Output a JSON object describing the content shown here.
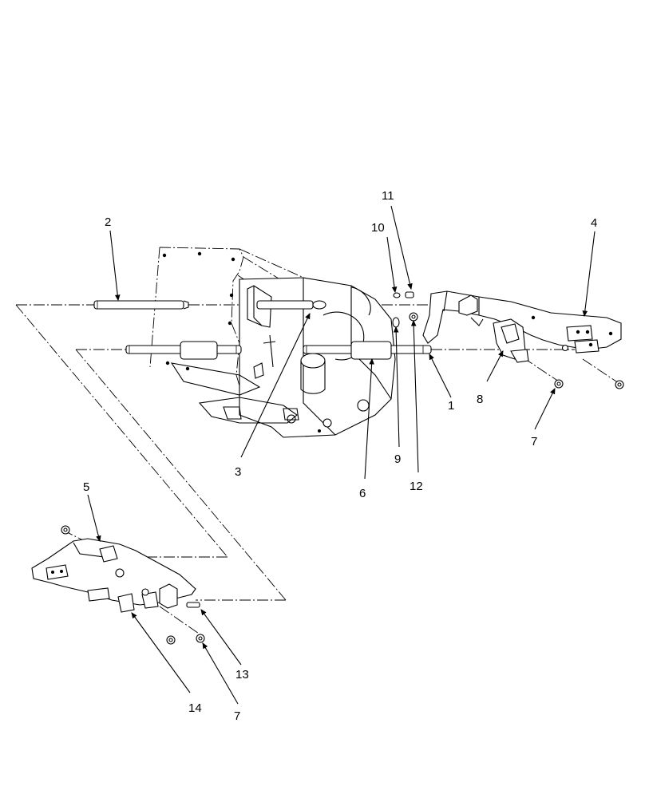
{
  "callouts": [
    {
      "id": "1",
      "label": "1"
    },
    {
      "id": "2",
      "label": "2"
    },
    {
      "id": "3",
      "label": "3"
    },
    {
      "id": "4",
      "label": "4"
    },
    {
      "id": "5",
      "label": "5"
    },
    {
      "id": "6",
      "label": "6"
    },
    {
      "id": "7a",
      "label": "7"
    },
    {
      "id": "7b",
      "label": "7"
    },
    {
      "id": "8",
      "label": "8"
    },
    {
      "id": "9",
      "label": "9"
    },
    {
      "id": "10",
      "label": "10"
    },
    {
      "id": "11",
      "label": "11"
    },
    {
      "id": "12",
      "label": "12"
    },
    {
      "id": "13",
      "label": "13"
    },
    {
      "id": "14",
      "label": "14"
    }
  ]
}
